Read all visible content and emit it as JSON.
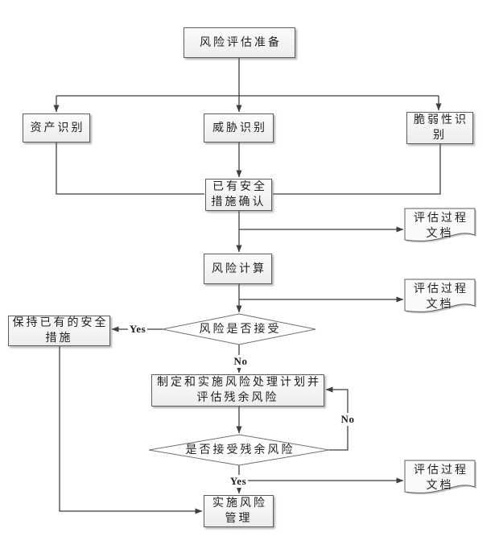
{
  "diagram": {
    "title": "risk-assessment-flowchart",
    "colors": {
      "line": "#3f3f3f",
      "box_border": "#5e5e5e",
      "box_fill_top": "#fcfcfc",
      "box_fill_bottom": "#ededed",
      "diamond_fill": "#fefefe",
      "document_fill": "#fafafa",
      "text": "#202028"
    }
  },
  "nodes": {
    "prepare": {
      "type": "process",
      "label": "风险评估准备"
    },
    "asset": {
      "type": "process",
      "label": "资产识别"
    },
    "threat": {
      "type": "process",
      "label": "威胁识别"
    },
    "vulnerability": {
      "type": "process",
      "label": "脆弱性识\n别"
    },
    "existing_measures": {
      "type": "process",
      "label": "已有安全\n措施确认"
    },
    "doc1": {
      "type": "document",
      "label": "评估过程\n文档"
    },
    "risk_calc": {
      "type": "process",
      "label": "风险计算"
    },
    "doc2": {
      "type": "document",
      "label": "评估过程\n文档"
    },
    "keep_measures": {
      "type": "process",
      "label": "保持已有的安全\n措施"
    },
    "risk_accept": {
      "type": "decision",
      "label": "风险是否接受"
    },
    "plan": {
      "type": "process",
      "label": "制定和实施风险处理计划并\n评估残余风险"
    },
    "residual_accept": {
      "type": "decision",
      "label": "是否接受残余风险"
    },
    "doc3": {
      "type": "document",
      "label": "评估过程\n文档"
    },
    "implement": {
      "type": "process",
      "label": "实施风险\n管理"
    }
  },
  "edge_labels": {
    "yes1": "Yes",
    "no1": "No",
    "no2": "No",
    "yes2": "Yes"
  }
}
